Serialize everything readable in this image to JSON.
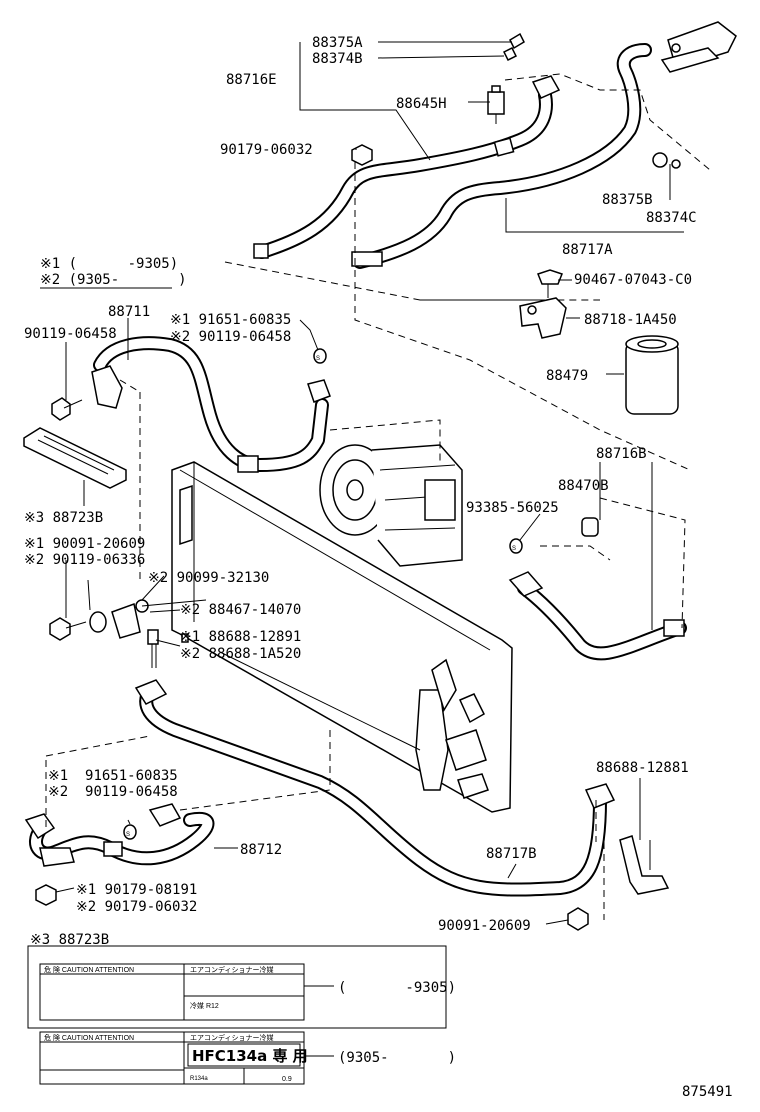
{
  "labels": {
    "l_88375A": "88375A",
    "l_88374B": "88374B",
    "l_88716E": "88716E",
    "l_88645H": "88645H",
    "l_90179_06032_top": "90179-06032",
    "l_88375B": "88375B",
    "l_88374C": "88374C",
    "l_88717A": "88717A",
    "l_90467": "90467-07043-C0",
    "l_88718": "88718-1A450",
    "l_88479": "88479",
    "l_88716B": "88716B",
    "l_88470B": "88470B",
    "l_93385": "93385-56025",
    "l_88711": "88711",
    "l_90119_06458_a": "90119-06458",
    "l_91651_a": "※1 91651-60835",
    "l_90119_06458_b": "※2 90119-06458",
    "l_88723B_a": "※3 88723B",
    "l_90091_a": "※1 90091-20609",
    "l_90119_06336": "※2 90119-06336",
    "l_90099": "※2 90099-32130",
    "l_88467": "※2 88467-14070",
    "l_88688_12891": "※1 88688-12891",
    "l_88688_1A520": "※2 88688-1A520",
    "l_88688_12881": "88688-12881",
    "l_91651_b": "※1  91651-60835",
    "l_90119_06458_c": "※2  90119-06458",
    "l_88712": "88712",
    "l_88717B": "88717B",
    "l_90179_08191": "※1 90179-08191",
    "l_90179_06032_b": "※2 90179-06032",
    "l_90091_b": "90091-20609",
    "l_88723B_b": "※3 88723B",
    "l_fig": "875491"
  },
  "legend": {
    "row1": "※1 (      -9305)",
    "row2": "※2 (9305-       )"
  },
  "caution_labels": {
    "label1": {
      "header": "危 険  CAUTION  ATTENTION",
      "side_title": "エアコンディショナー冷媒",
      "side_code": "冷媒 R12",
      "range": "(       -9305)"
    },
    "label2": {
      "header": "危 険  CAUTION  ATTENTION",
      "side_title": "エアコンディショナー冷媒",
      "refrigerant": "HFC134a 専 用",
      "cell1": "R134a",
      "cell2": "0.9",
      "range": "(9305-       )"
    }
  }
}
